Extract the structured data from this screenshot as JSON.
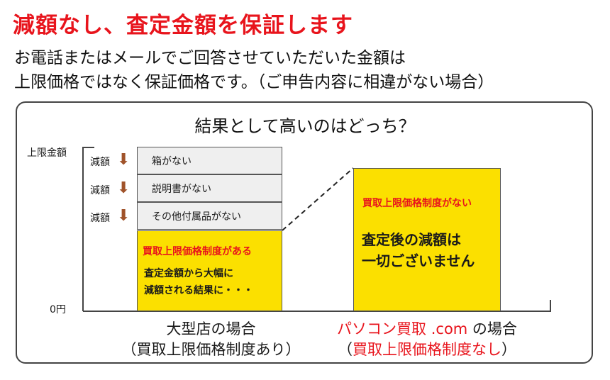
{
  "headline": "減額なし、査定金額を保証します",
  "subline1": "お電話またはメールでご回答させていただいた金額は",
  "subline2": "上限価格ではなく保証価格です。（ご申告内容に相違がない場合）",
  "panel": {
    "title": "結果として高いのはどっち？",
    "y_top_label": "上限金額",
    "y_zero_label": "0円",
    "reduce_label": "減額",
    "left": {
      "items": [
        "箱がない",
        "説明書がない",
        "その他付属品がない"
      ],
      "red_text": "買取上限価格制度がある",
      "body_line1": "査定金額から大幅に",
      "body_line2": "減額される結果に・・・",
      "caption_line1": "大型店の場合",
      "caption_line2": "（買取上限価格制度あり）"
    },
    "right": {
      "red_text": "買取上限価格制度がない",
      "body_line1": "査定後の減額は",
      "body_line2": "一切ございません",
      "caption_line1_red": "パソコン買取 .com",
      "caption_line1_black": " の場合",
      "caption_line2_open": "（",
      "caption_line2_red": "買取上限価格制度なし",
      "caption_line2_close": "）"
    }
  },
  "colors": {
    "accent_red": "#e8141c",
    "yellow": "#fbe000",
    "arrow_brown": "#a0532a"
  }
}
